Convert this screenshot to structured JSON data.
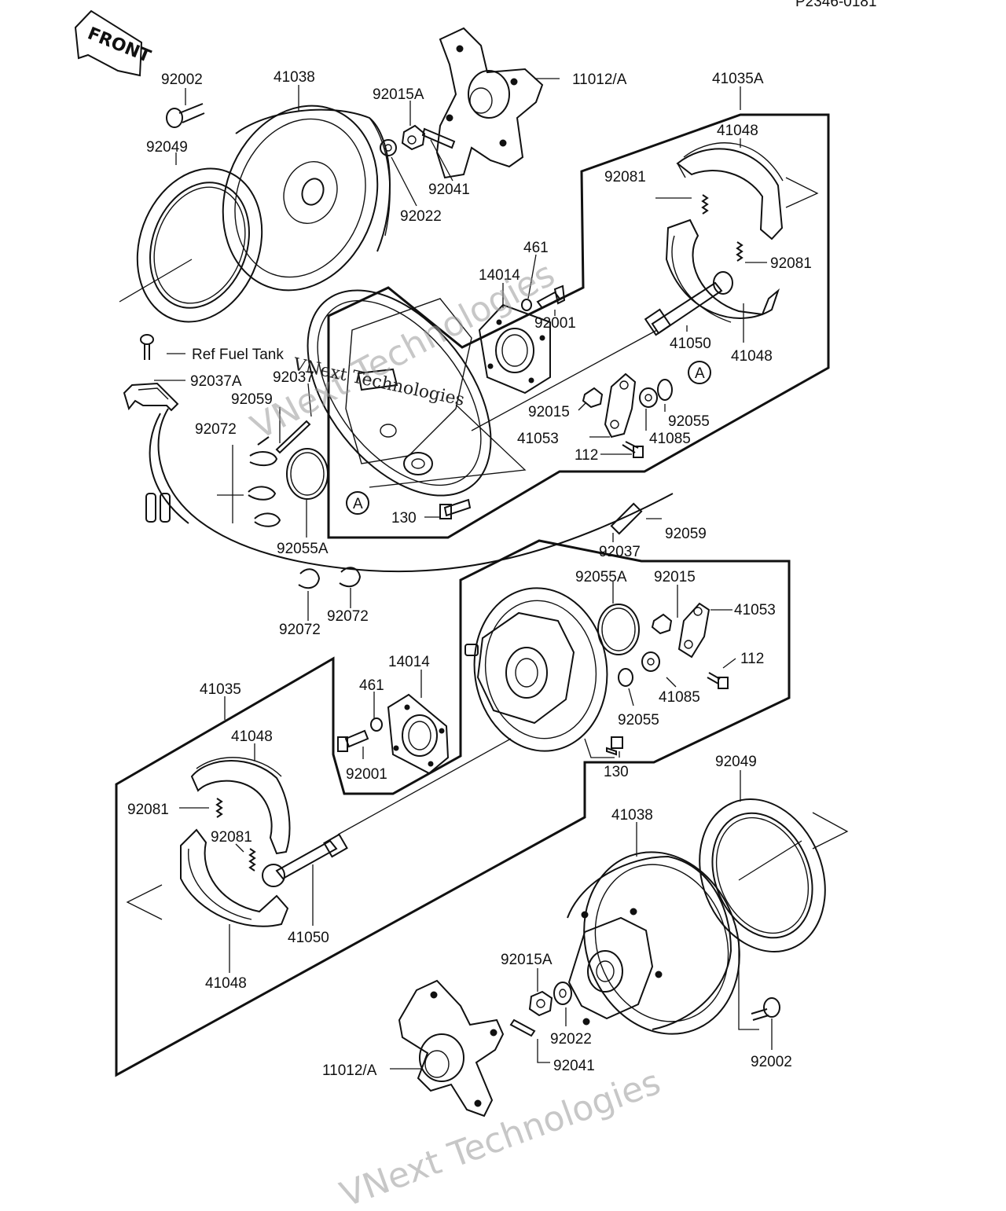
{
  "drawing_id": "P2346-0181",
  "front_label": "FRONT",
  "reference_note": "Ref Fuel Tank",
  "callout_marker": "A",
  "watermark": "VNext Technologies",
  "part_labels": {
    "upper_92002": "92002",
    "upper_41038": "41038",
    "upper_92015A": "92015A",
    "upper_11012A": "11012/A",
    "upper_41035A": "41035A",
    "upper_41048_top": "41048",
    "upper_92049": "92049",
    "upper_92041": "92041",
    "upper_92022": "92022",
    "upper_92081_a": "92081",
    "upper_92081_b": "92081",
    "upper_461": "461",
    "upper_14014": "14014",
    "upper_92001": "92001",
    "upper_41050": "41050",
    "upper_41048_bottom": "41048",
    "ref_92037A": "92037A",
    "upper_92037": "92037",
    "upper_92059": "92059",
    "upper_92015": "92015",
    "upper_92055": "92055",
    "upper_41053": "41053",
    "upper_41085": "41085",
    "upper_112": "112",
    "upper_92072_group": "92072",
    "upper_92055A": "92055A",
    "upper_130": "130",
    "mid_92059": "92059",
    "mid_92037": "92037",
    "mid_92055A": "92055A",
    "mid_92015": "92015",
    "mid_41053": "41053",
    "mid_92072_left": "92072",
    "mid_92072_right": "92072",
    "lower_14014": "14014",
    "lower_112": "112",
    "lower_41035": "41035",
    "lower_461": "461",
    "lower_41085": "41085",
    "lower_92055": "92055",
    "lower_41048_top": "41048",
    "lower_92001": "92001",
    "lower_130": "130",
    "lower_92049": "92049",
    "lower_92081_a": "92081",
    "lower_41038": "41038",
    "lower_92081_b": "92081",
    "lower_41050": "41050",
    "lower_92015A": "92015A",
    "lower_41048_bottom": "41048",
    "lower_92022": "92022",
    "lower_92041": "92041",
    "lower_92002": "92002",
    "lower_11012A": "11012/A"
  }
}
